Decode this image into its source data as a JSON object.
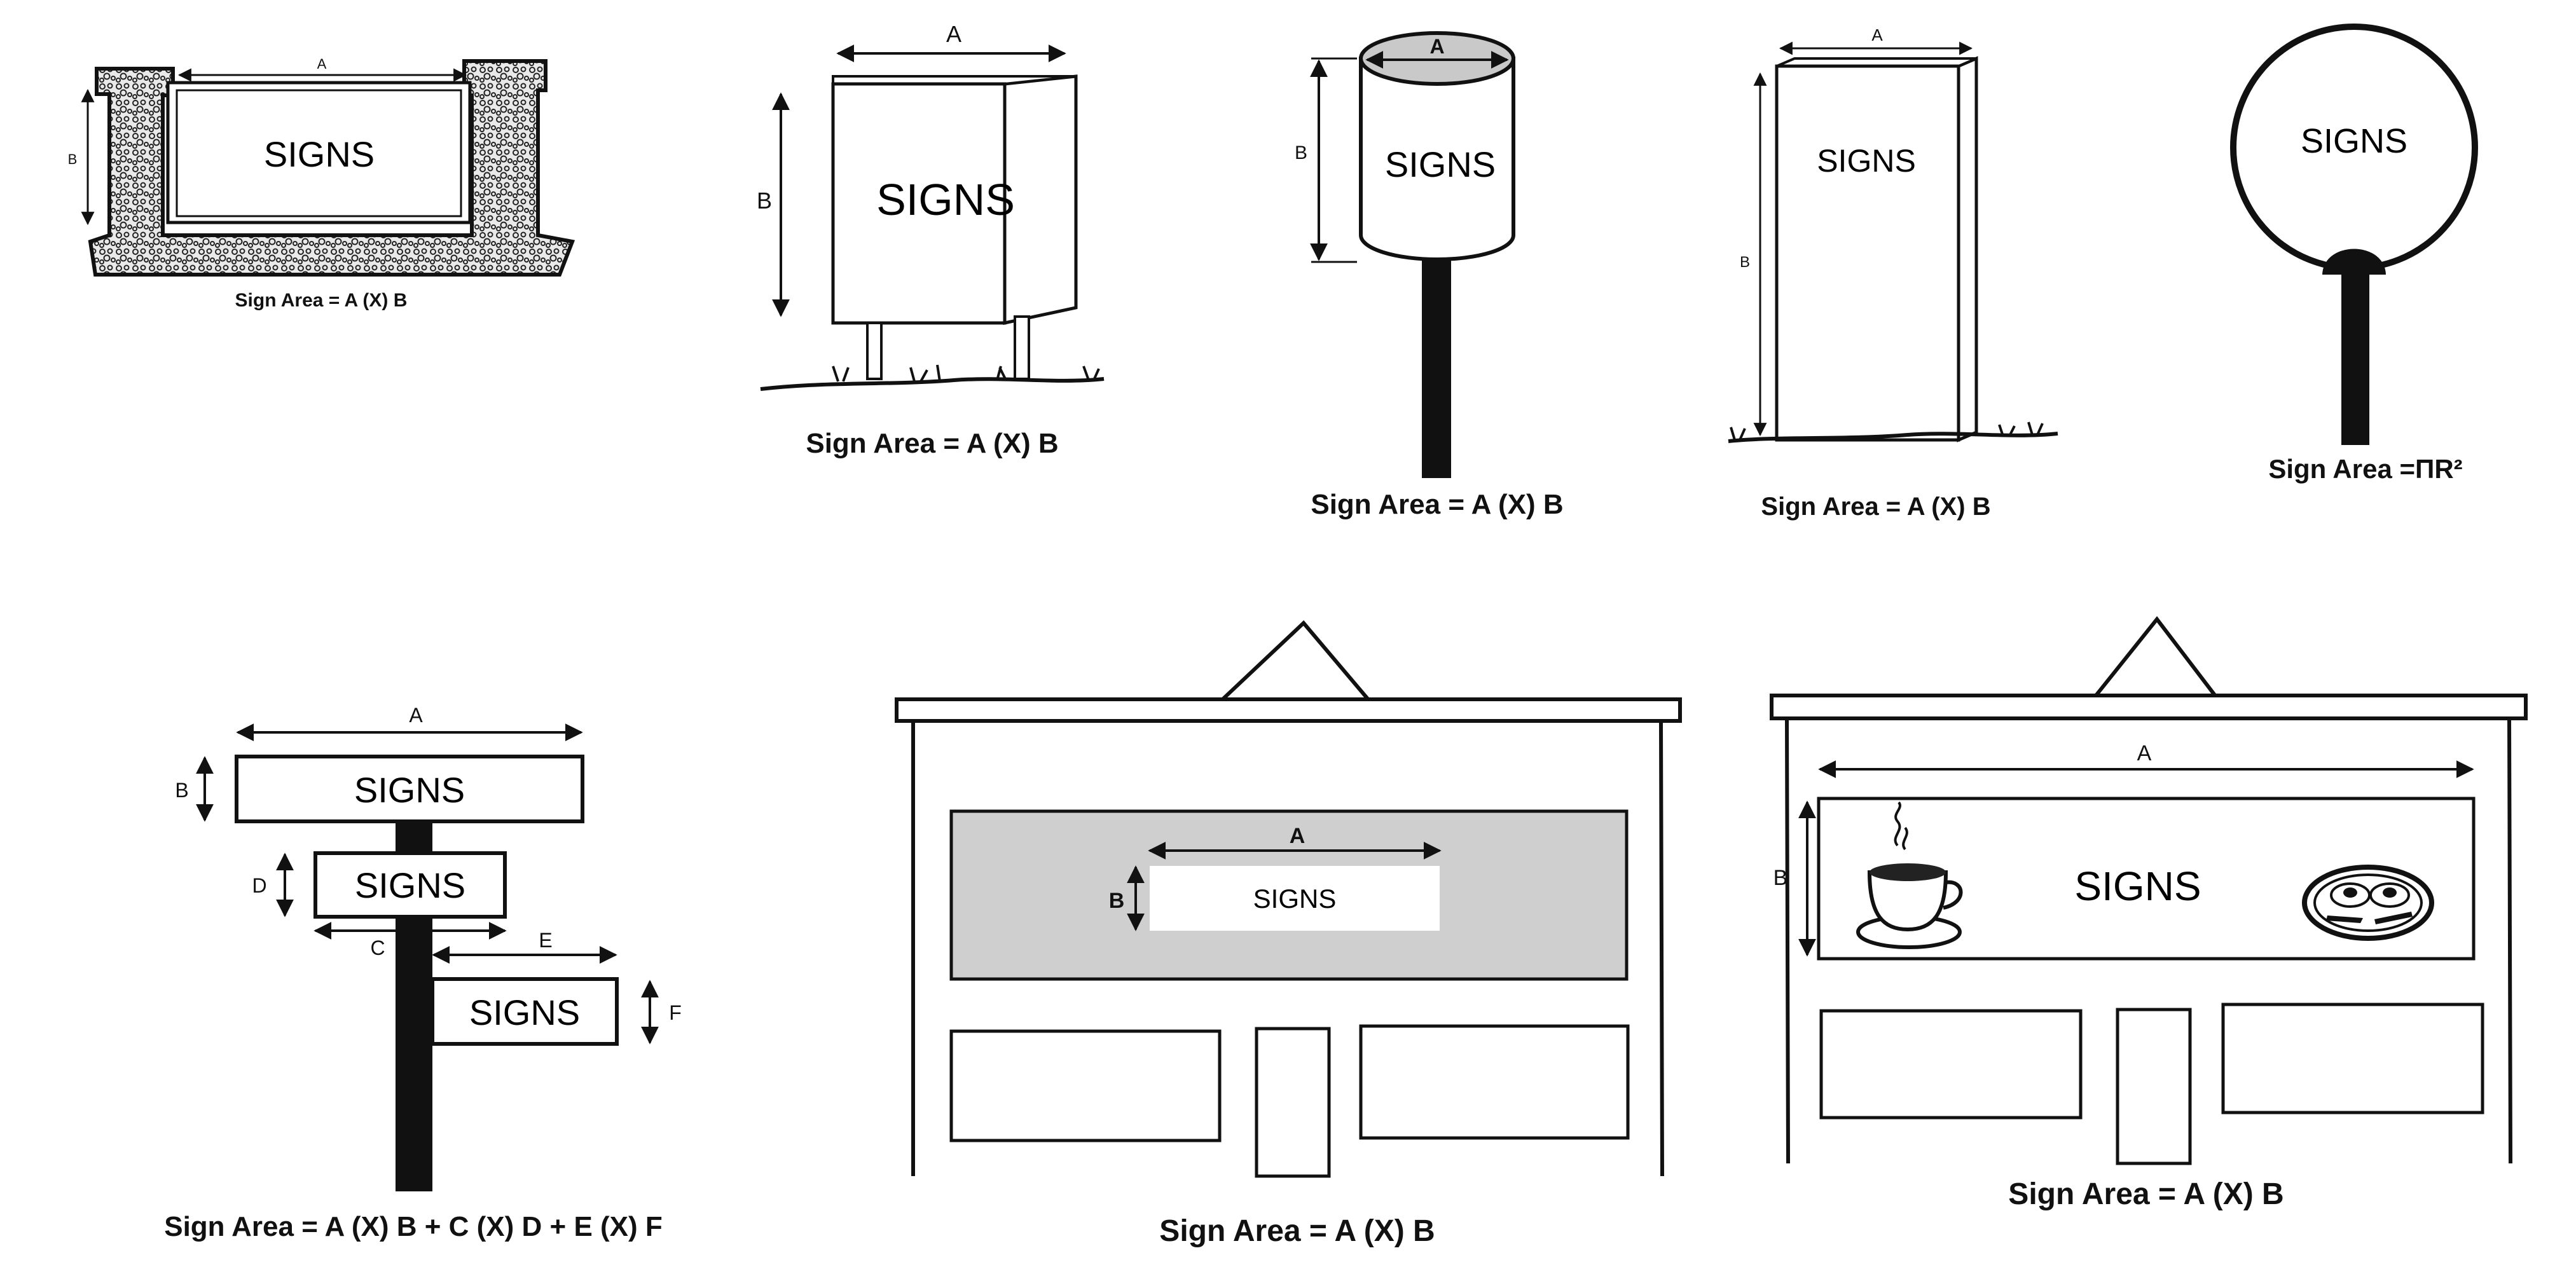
{
  "diagrams": {
    "monument": {
      "sign": "SIGNS",
      "label_a": "A",
      "label_b": "B",
      "caption": "Sign Area = A (X) B"
    },
    "freestanding": {
      "sign": "SIGNS",
      "label_a": "A",
      "label_b": "B",
      "caption": "Sign Area = A (X) B"
    },
    "cylinder": {
      "sign": "SIGNS",
      "label_a": "A",
      "label_b": "B",
      "caption": "Sign Area = A (X) B"
    },
    "pylon": {
      "sign": "SIGNS",
      "label_a": "A",
      "label_b": "B",
      "caption": "Sign Area = A (X) B"
    },
    "circle": {
      "sign": "SIGNS",
      "caption": "Sign Area =ΠR²"
    },
    "multi_panel": {
      "sign_1": "SIGNS",
      "sign_2": "SIGNS",
      "sign_3": "SIGNS",
      "label_a": "A",
      "label_b": "B",
      "label_c": "C",
      "label_d": "D",
      "label_e": "E",
      "label_f": "F",
      "caption": "Sign Area = A (X) B + C (X) D + E (X) F"
    },
    "storefront_cabinet": {
      "sign": "SIGNS",
      "label_a": "A",
      "label_b": "B",
      "caption": "Sign Area = A (X) B"
    },
    "storefront_wall": {
      "sign": "SIGNS",
      "label_a": "A",
      "label_b": "B",
      "caption": "Sign Area = A (X) B"
    }
  }
}
